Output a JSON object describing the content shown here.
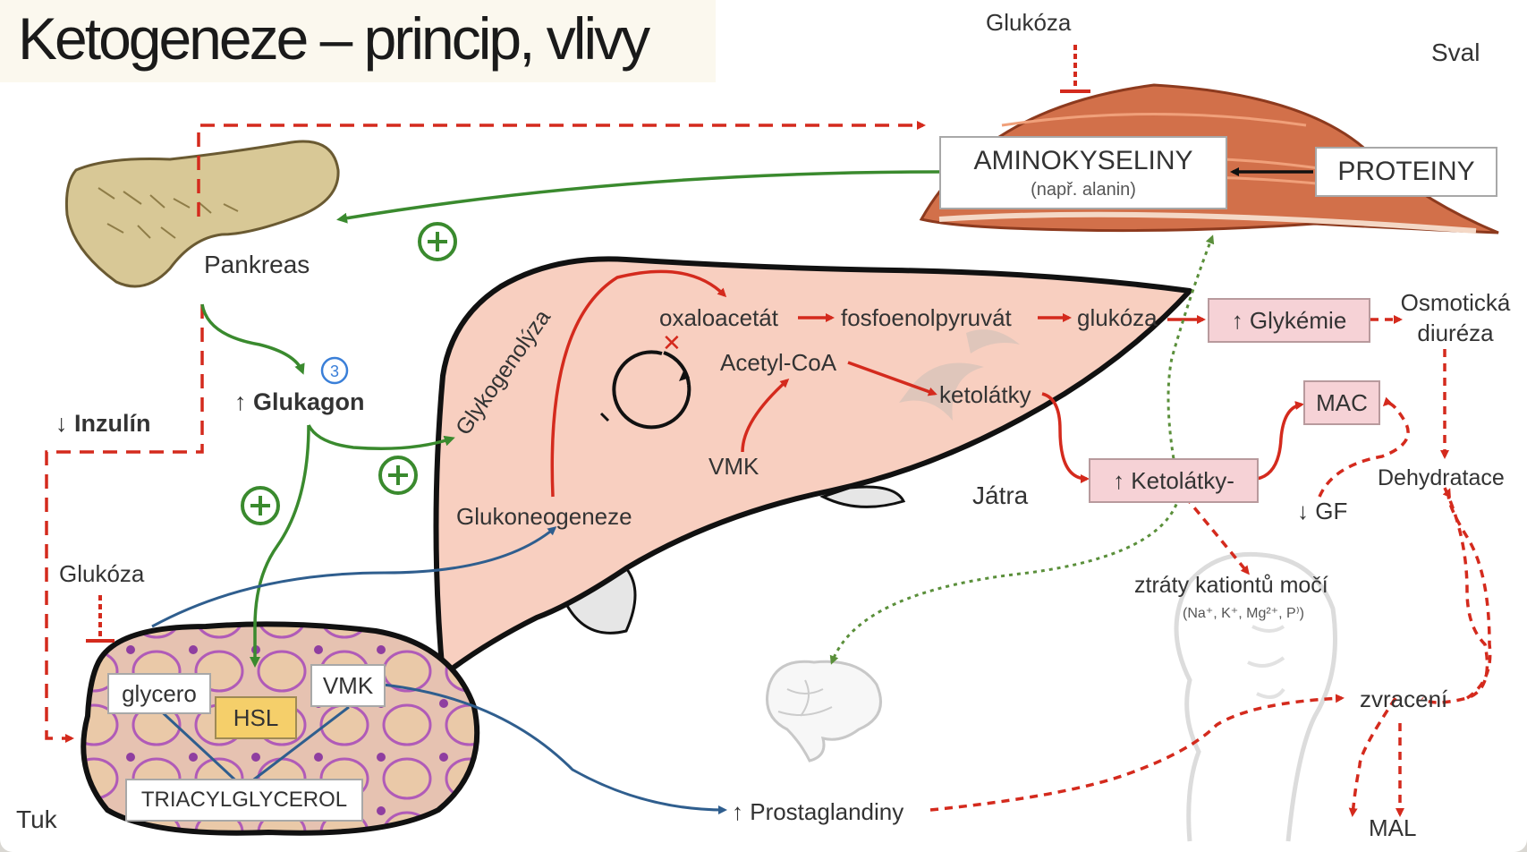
{
  "title": "Ketogeneze – princip, vlivy",
  "colors": {
    "stimulation": "#3a8a2e",
    "effect": "#d42a1d",
    "flow": "#2f5e8e",
    "liver": "#f8cfc0",
    "muscle": "#d2704a",
    "pancreas": "#d8c896"
  },
  "icons": {
    "stimulation": "plus-circle-icon",
    "inhibition": "t-bar-inhibition-icon",
    "cycle": "krebs-cycle-icon",
    "circled_number": "circled-number-icon"
  },
  "organs": {
    "muscle": "Sval",
    "pancreas": "Pankreas",
    "liver": "Játra",
    "fat": "Tuk"
  },
  "muscle": {
    "glucose": "Glukóza",
    "amino_title": "AMINOKYSELINY",
    "amino_sub": "(např. alanin)",
    "proteins": "PROTEINY"
  },
  "hormones": {
    "insulin": "↓ Inzulín",
    "glucagon": "↑ Glukagon",
    "badge": "3"
  },
  "liver": {
    "glycogenolysis": "Glykogenolýza",
    "gluconeogenesis": "Glukoneogeneze",
    "oxaloacetate": "oxaloacetát",
    "pep": "fosfoenolpyruvát",
    "glucose": "glukóza",
    "acetylcoa": "Acetyl-CoA",
    "ketones": "ketolátky",
    "vmk": "VMK"
  },
  "fat": {
    "glucose": "Glukóza",
    "glycerol": "glycero",
    "hsl": "HSL",
    "vmk": "VMK",
    "tag": "TRIACYLGLYCEROL"
  },
  "effects": {
    "glycemia": "↑ Glykémie",
    "osmotic": [
      "Osmotická",
      "diuréza"
    ],
    "mac": "MAC",
    "ketones": "↑ Ketolátky-",
    "dehydration": "Dehydratace",
    "gf": "↓ GF",
    "cation_loss": "ztráty kationtů močí",
    "cation_list": "(Na⁺, K⁺, Mg²⁺, P⁾)",
    "vomiting": "zvracení",
    "mal": "MAL",
    "prostaglandins": "↑ Prostaglandiny"
  }
}
